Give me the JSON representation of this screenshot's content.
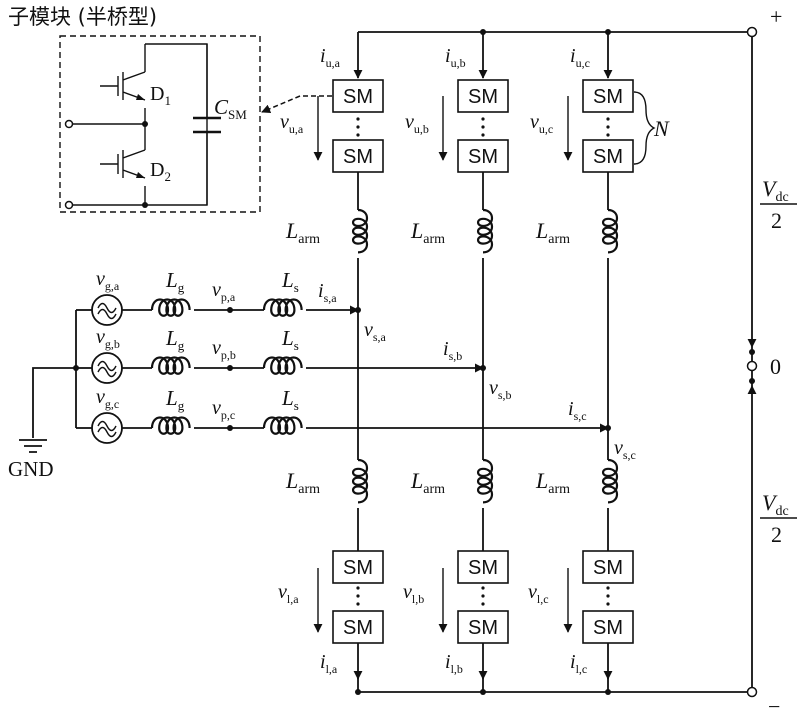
{
  "submodule": {
    "title": "子模块 (半桥型)",
    "diode_1": "1",
    "diode_2": "2",
    "cap_label": "SM"
  },
  "sm_label": "SM",
  "count_label": "N",
  "dc": {
    "half": "2",
    "v_sub": "dc",
    "plus": "+",
    "zero": "0",
    "minus": "−"
  },
  "gnd": "GND",
  "arm_sub": "arm",
  "phases": [
    {
      "sub_u": "u,a",
      "sub_l": "l,a",
      "sub_s": "s,a",
      "sub_g": "g,a",
      "sub_p": "p,a"
    },
    {
      "sub_u": "u,b",
      "sub_l": "l,b",
      "sub_s": "s,b",
      "sub_g": "g,b",
      "sub_p": "p,b"
    },
    {
      "sub_u": "u,c",
      "sub_l": "l,c",
      "sub_s": "s,c",
      "sub_g": "g,c",
      "sub_p": "p,c"
    }
  ],
  "lg_sub": "g",
  "ls_sub": "s"
}
